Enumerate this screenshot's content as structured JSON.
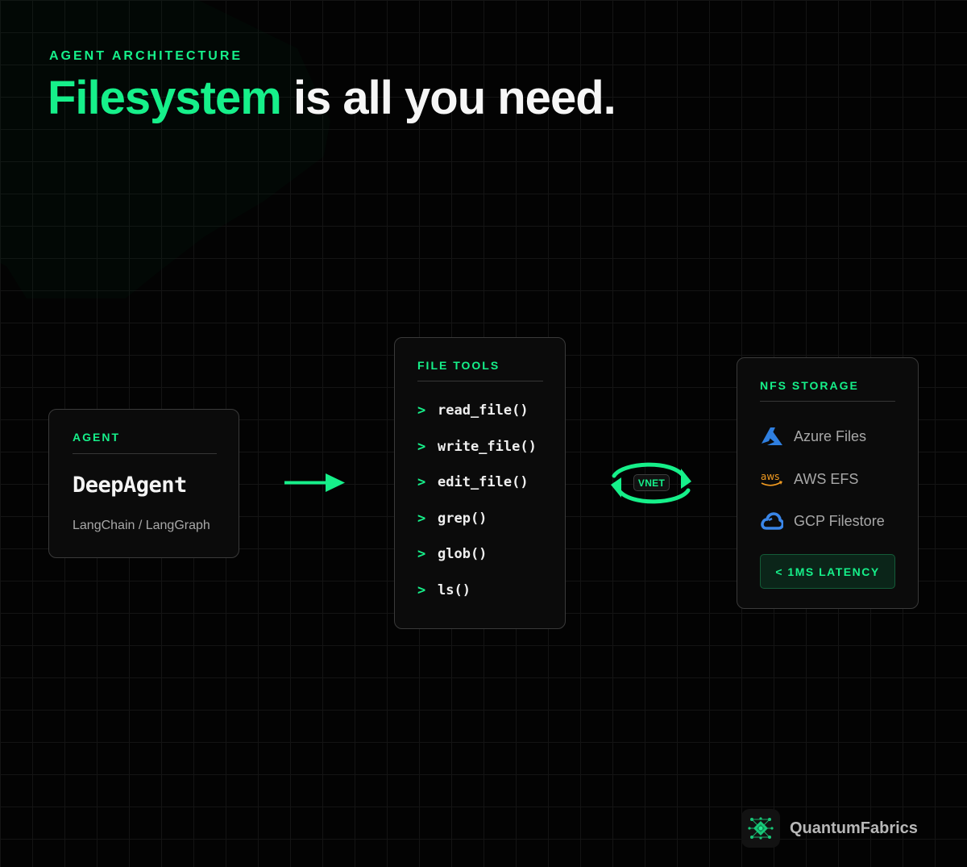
{
  "header": {
    "eyebrow": "AGENT ARCHITECTURE",
    "headline_accent": "Filesystem",
    "headline_rest": " is all you need."
  },
  "agent_card": {
    "label": "AGENT",
    "name": "DeepAgent",
    "subtitle": "LangChain / LangGraph"
  },
  "connector_1": {
    "icon": "arrow-right-icon"
  },
  "tools_card": {
    "label": "FILE TOOLS",
    "prompt": ">",
    "tools": [
      "read_file()",
      "write_file()",
      "edit_file()",
      "grep()",
      "glob()",
      "ls()"
    ]
  },
  "connector_2": {
    "icon": "sync-arrows-icon",
    "badge": "VNET"
  },
  "nfs_card": {
    "label": "NFS STORAGE",
    "providers": [
      {
        "name": "Azure Files",
        "icon": "azure-icon"
      },
      {
        "name": "AWS EFS",
        "icon": "aws-icon"
      },
      {
        "name": "GCP Filestore",
        "icon": "gcp-cloud-icon"
      }
    ],
    "badge": "< 1MS LATENCY"
  },
  "brand": {
    "name": "QuantumFabrics",
    "icon": "quantum-network-icon"
  },
  "colors": {
    "accent": "#16f08a",
    "background": "#030303",
    "card": "#0b0b0b",
    "card_border": "#3a3a3a",
    "azure_blue": "#2f7fe0",
    "aws_orange": "#f29b21",
    "gcp_blue": "#3a86e8"
  }
}
